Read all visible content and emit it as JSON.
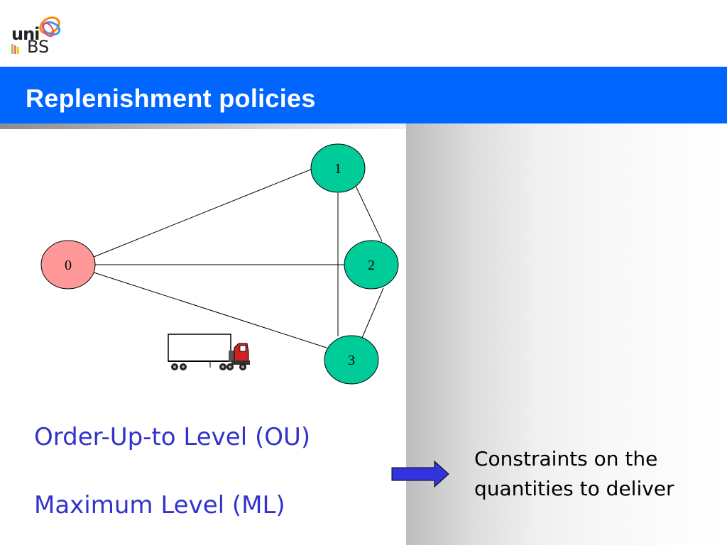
{
  "logo": {
    "uni": "uni",
    "bs": "BS"
  },
  "slide": {
    "title": "Replenishment policies"
  },
  "diagram": {
    "nodes": [
      {
        "label": "0",
        "color": "#ff9999"
      },
      {
        "label": "1",
        "color": "#00cc99"
      },
      {
        "label": "2",
        "color": "#00cc99"
      },
      {
        "label": "3",
        "color": "#00cc99"
      }
    ],
    "edges": [
      [
        "0",
        "1"
      ],
      [
        "0",
        "2"
      ],
      [
        "0",
        "3"
      ],
      [
        "1",
        "2"
      ],
      [
        "1",
        "3"
      ],
      [
        "2",
        "3"
      ]
    ]
  },
  "policies": [
    "Order-Up-to Level (OU)",
    "Maximum Level (ML)"
  ],
  "constraints": {
    "line1": "Constraints on the",
    "line2": "quantities to deliver"
  },
  "colors": {
    "title_bar": "#0066ff",
    "policy_text": "#3333cc",
    "arrow": "#3333dd"
  }
}
